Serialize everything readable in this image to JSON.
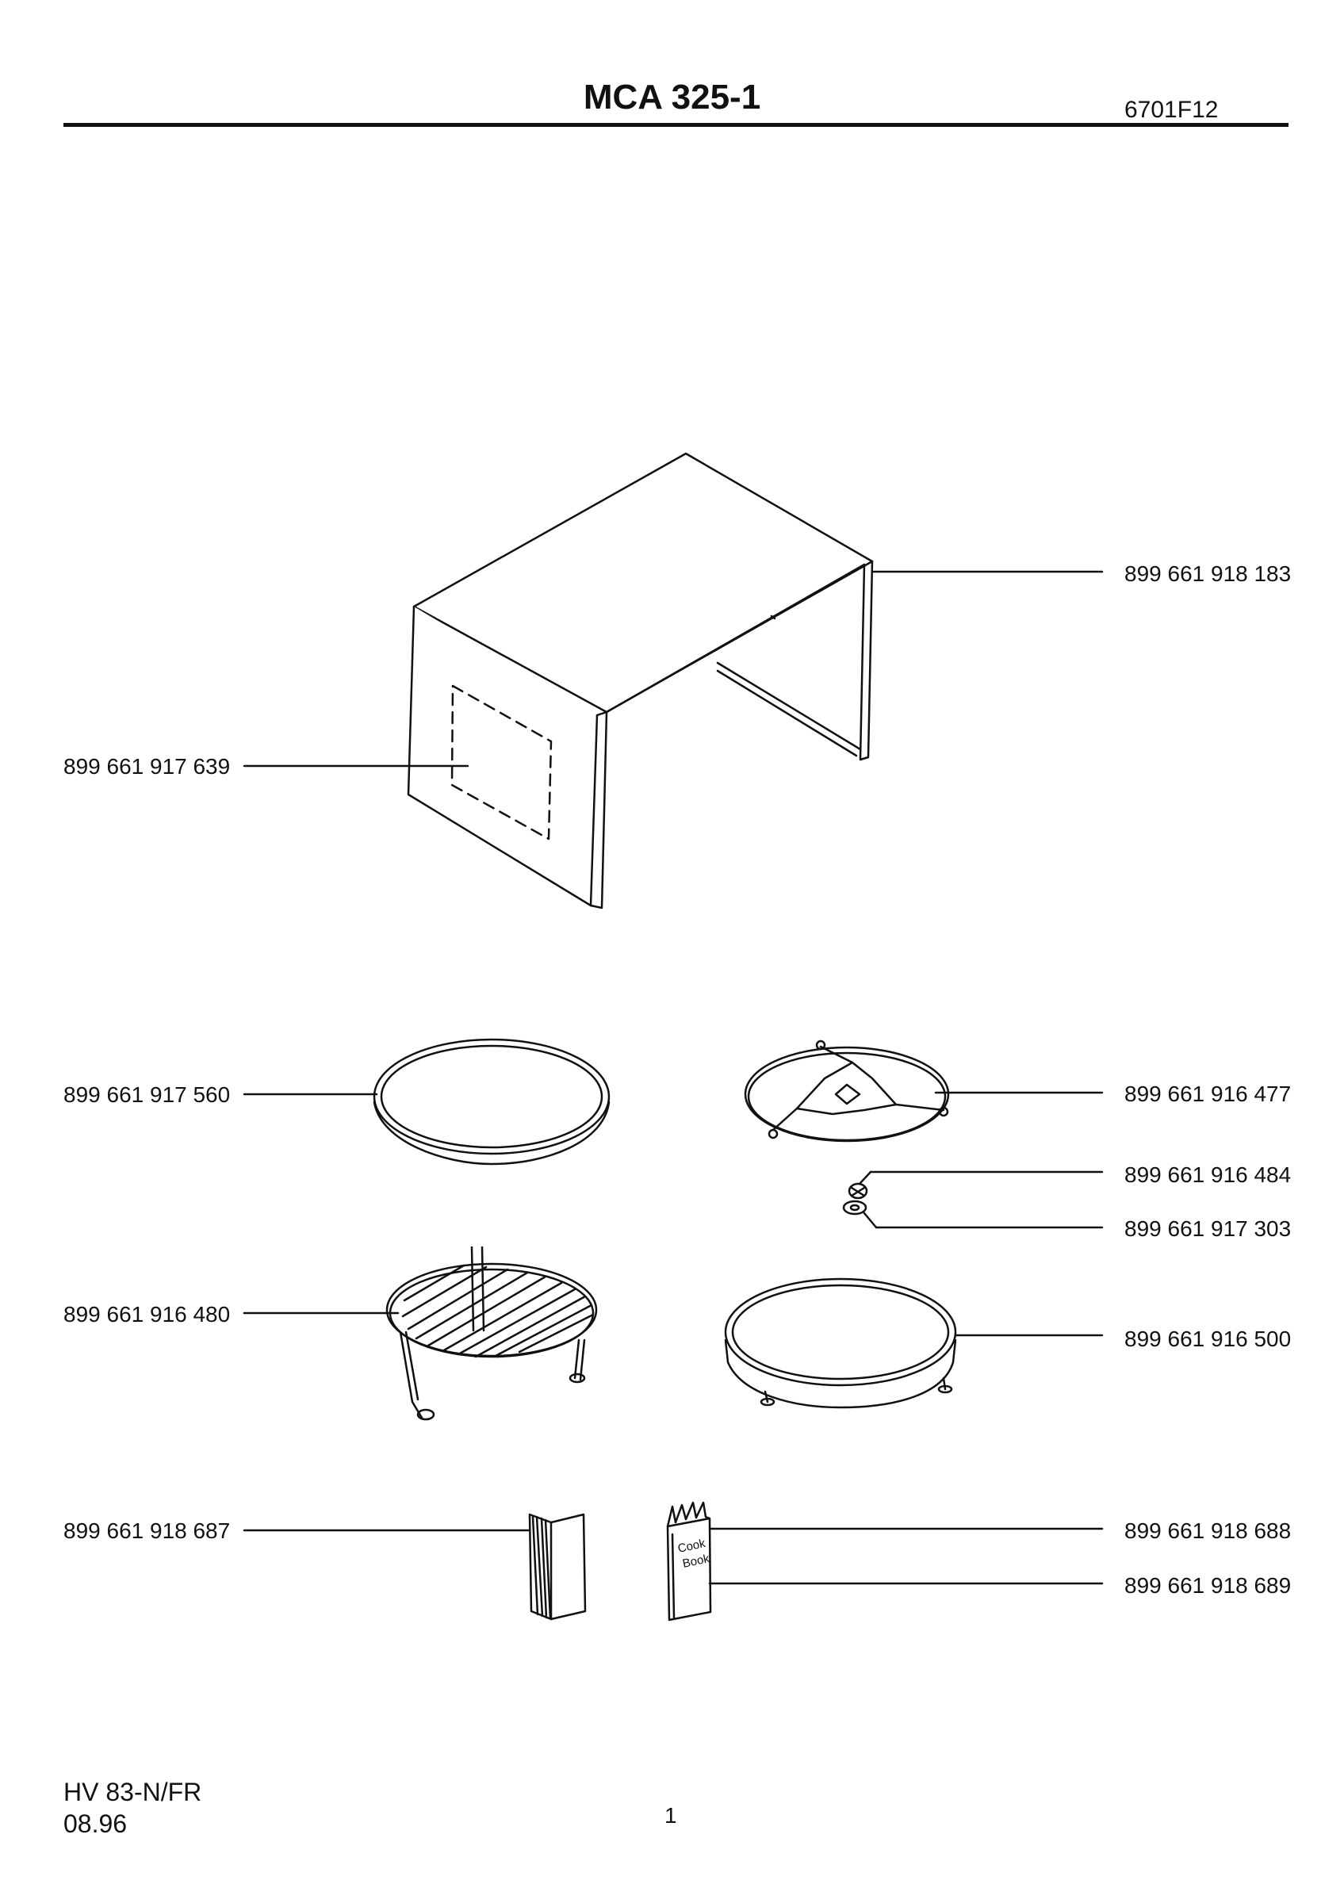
{
  "header": {
    "title": "MCA 325-1",
    "doc_code": "6701F12"
  },
  "parts": [
    {
      "id": "cabinet-top",
      "number": "899 661 918 183"
    },
    {
      "id": "cabinet-side-panel",
      "number": "899 661 917 639"
    },
    {
      "id": "glass-tray",
      "number": "899 661 917 560"
    },
    {
      "id": "roller-ring",
      "number": "899 661 916 477"
    },
    {
      "id": "coupler",
      "number": "899 661 916 484"
    },
    {
      "id": "washer",
      "number": "899 661 917 303"
    },
    {
      "id": "wire-rack",
      "number": "899 661 916 480"
    },
    {
      "id": "crisp-plate",
      "number": "899 661 916 500"
    },
    {
      "id": "manual",
      "number": "899 661 918 687"
    },
    {
      "id": "cook-book-a",
      "number": "899 661 918 688"
    },
    {
      "id": "cook-book-b",
      "number": "899 661 918 689"
    }
  ],
  "cookbook_cover": {
    "line1": "Cook",
    "line2": "Book"
  },
  "footer": {
    "model_ref": "HV 83-N/FR",
    "date": "08.96",
    "page": "1"
  }
}
